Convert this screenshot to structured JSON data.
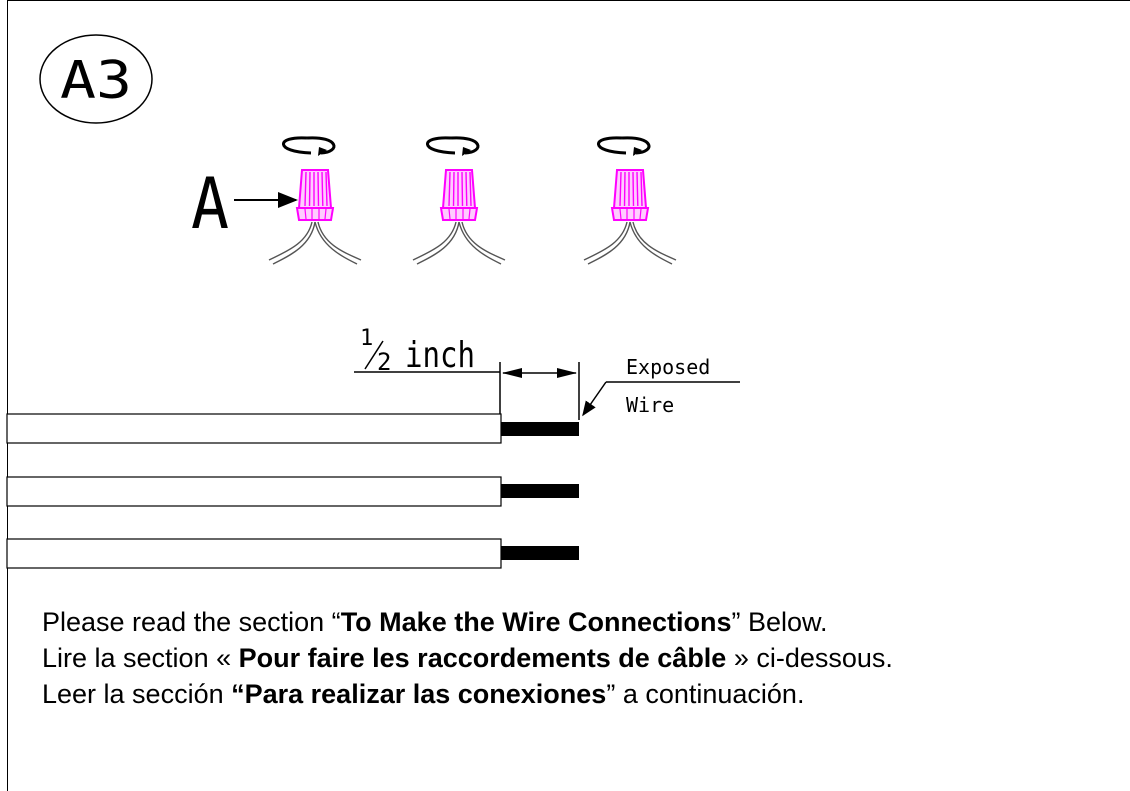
{
  "badge": {
    "label": "A3"
  },
  "callout": {
    "letter": "A"
  },
  "measure": {
    "fraction_num": "1",
    "fraction_den": "2",
    "unit": "inch",
    "exposed_line1": "Exposed",
    "exposed_line2": "Wire"
  },
  "instructions": {
    "en": {
      "pre": "Please read the section “",
      "bold": "To Make the Wire Connections",
      "post": "” Below."
    },
    "fr": {
      "pre": "Lire la section « ",
      "bold": "Pour faire les raccordements de câble",
      "post": " » ci-dessous."
    },
    "es": {
      "pre": "Leer la sección ",
      "bold": "“Para realizar las conexiones",
      "post": "” a continuación."
    }
  },
  "colors": {
    "connector": "#ff00ff",
    "line": "#000000",
    "wire": "#555555"
  },
  "icons": [
    "rotate-arrow-icon",
    "wire-nut-icon"
  ]
}
